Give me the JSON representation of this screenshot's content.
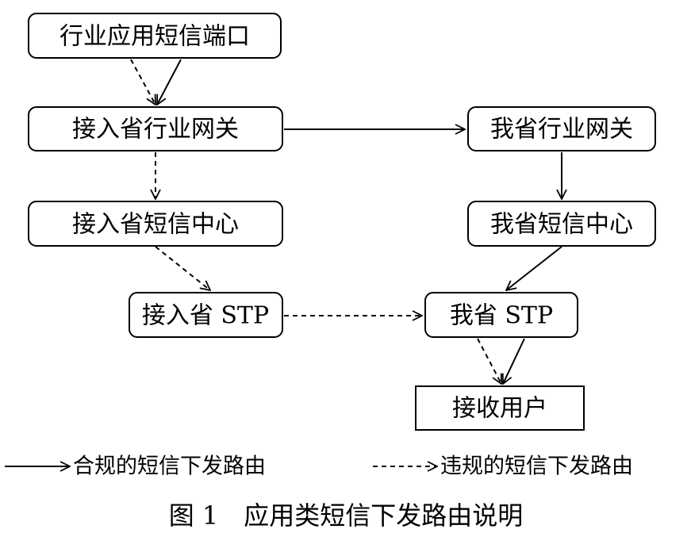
{
  "nodes": {
    "industry_sms_port": "行业应用短信端口",
    "access_gateway": "接入省行业网关",
    "our_gateway": "我省行业网关",
    "access_sms_center": "接入省短信中心",
    "our_sms_center": "我省短信中心",
    "access_stp": "接入省 STP",
    "our_stp": "我省 STP",
    "receiver": "接收用户"
  },
  "legend": {
    "compliant": "合规的短信下发路由",
    "violation": "违规的短信下发路由"
  },
  "caption": "图 1　应用类短信下发路由说明"
}
